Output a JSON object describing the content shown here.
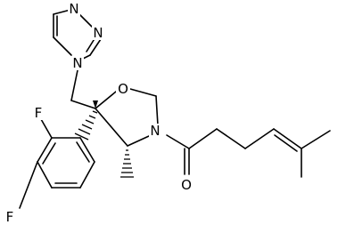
{
  "structure": {
    "bond_color": "#000000",
    "background": "#ffffff",
    "atom_labels": {
      "triazole_n_top": "N",
      "triazole_n_right": "N",
      "triazole_n_attached": "N",
      "ring_oxygen": "O",
      "ring_nitrogen": "N",
      "carbonyl_oxygen": "O",
      "fluorine_ortho": "F",
      "fluorine_para": "F"
    }
  }
}
